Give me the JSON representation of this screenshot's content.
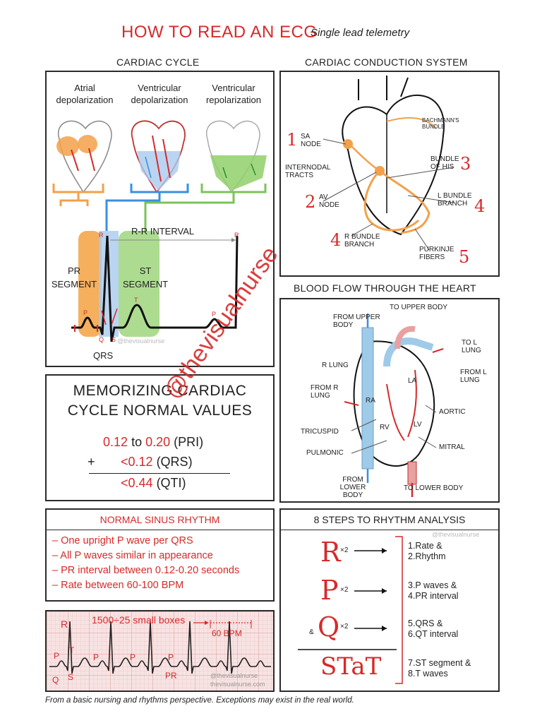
{
  "header": {
    "title": "HOW TO READ AN ECG",
    "subtitle": "Single lead telemetry"
  },
  "cardiac_cycle": {
    "title": "CARDIAC CYCLE",
    "phases": [
      "Atrial depolarization",
      "Ventricular depolarization",
      "Ventricular repolarization"
    ],
    "rr_interval": "R-R INTERVAL",
    "pr_segment": "PR SEGMENT",
    "st_segment": "ST SEGMENT",
    "qrs": "QRS",
    "wave_p": "P",
    "wave_r": "R",
    "wave_t": "T",
    "wave_q": "Q",
    "wave_s": "S",
    "watermark": "@thevisualnurse"
  },
  "conduction": {
    "title": "CARDIAC CONDUCTION SYSTEM",
    "labels": {
      "sa": "SA NODE",
      "internodal": "INTERNODAL TRACTS",
      "av": "AV NODE",
      "r_bundle": "R BUNDLE BRANCH",
      "bachmann": "BACHMANN'S BUNDLE",
      "his": "BUNDLE OF HIS",
      "l_bundle": "L BUNDLE BRANCH",
      "purkinje": "PURKINJE FIBERS"
    },
    "numbers": [
      "1",
      "2",
      "3",
      "4",
      "4",
      "5"
    ]
  },
  "memorize": {
    "title_line1": "MEMORIZING CARDIAC",
    "title_line2": "CYCLE NORMAL VALUES",
    "line1_a": "0.12",
    "line1_to": "to",
    "line1_b": "0.20",
    "line1_unit": "(PRI)",
    "plus": "+",
    "line2_val": "<0.12",
    "line2_unit": "(QRS)",
    "line3_val": "<0.44",
    "line3_unit": "(QTI)"
  },
  "blood_flow": {
    "title": "BLOOD FLOW THROUGH THE HEART",
    "labels": {
      "to_upper": "TO UPPER BODY",
      "from_upper": "FROM UPPER BODY",
      "to_lung_l": "TO L LUNG",
      "to_lung_r": "R LUNG",
      "from_l_lung": "FROM L LUNG",
      "from_r_lung": "FROM R LUNG",
      "ra": "RA",
      "la": "LA",
      "rv": "RV",
      "lv": "LV",
      "aortic": "AORTIC",
      "tricuspid": "TRICUSPID",
      "mitral": "MITRAL",
      "pulmonic": "PULMONIC",
      "from_lower": "FROM LOWER BODY",
      "to_lower": "TO LOWER BODY"
    }
  },
  "big_watermark": "@thevisualnurse",
  "nsr": {
    "title": "NORMAL SINUS RHYTHM",
    "items": [
      "One upright P wave per QRS",
      "All P waves similar in appearance",
      "PR interval between 0.12-0.20 seconds",
      "Rate between 60-100 BPM"
    ]
  },
  "steps": {
    "title": "8 STEPS TO RHYTHM ANALYSIS",
    "watermark": "@thevisualnurse",
    "letters": [
      "R",
      "P",
      "Q",
      "STaT"
    ],
    "mult": "×2",
    "amp": "&",
    "items": [
      [
        "1.Rate &",
        "2.Rhythm"
      ],
      [
        "3.P waves &",
        "4.PR interval"
      ],
      [
        "5.QRS &",
        "6.QT interval"
      ],
      [
        "7.ST segment &",
        "8.T waves"
      ]
    ]
  },
  "strip": {
    "annotation": "1500÷25 small boxes",
    "bpm": "60 BPM",
    "watermark": "@thevisualnurse",
    "site": "thevisualnurse.com",
    "labels": {
      "r": "R",
      "p": "P",
      "t": "T",
      "q": "Q",
      "s": "S",
      "pr": "PR"
    }
  },
  "footer": "From a basic nursing and rhythms perspective. Exceptions may exist in the real world.",
  "colors": {
    "accent": "#d62a2a",
    "orange": "#f2a14a",
    "blue": "#3a8fe0",
    "green": "#7cc35a",
    "vein_blue": "#9fcbe8"
  }
}
